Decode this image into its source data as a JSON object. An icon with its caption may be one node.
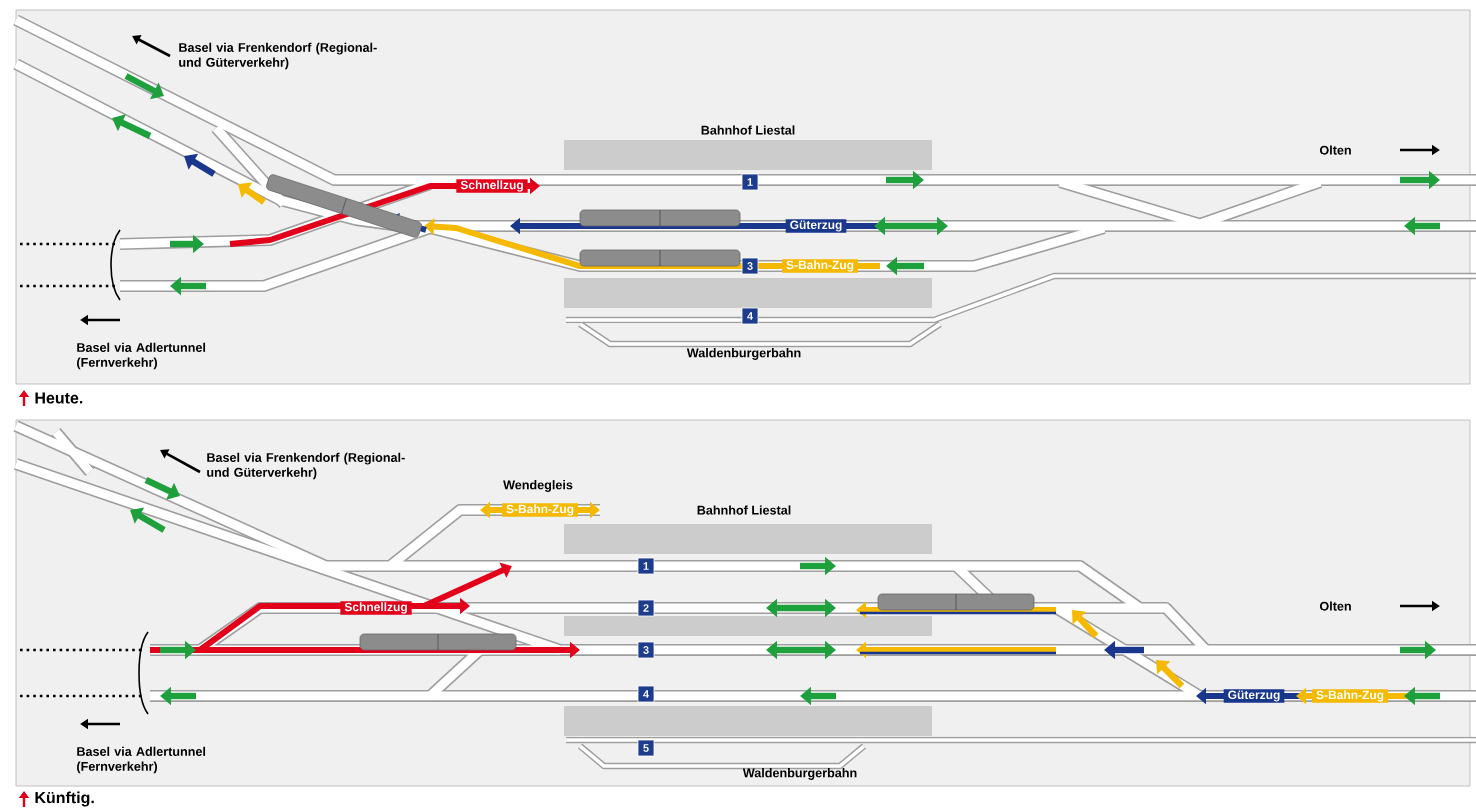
{
  "diagram": {
    "nodes": [
      {
        "text": [
          "1"
        ]
      },
      {
        "text": [
          "3"
        ]
      },
      {
        "text": [
          "4"
        ]
      },
      {
        "text": [
          "1"
        ]
      },
      {
        "text": [
          "2"
        ]
      },
      {
        "text": [
          "3"
        ]
      },
      {
        "text": [
          "4"
        ]
      },
      {
        "text": [
          "5"
        ]
      }
    ],
    "labels": [
      "Basel via Frenkendorf (Regional- und Güterverkehr)",
      "Bahnhof Liestal",
      "Olten",
      "Schnellzug",
      "Güterzug",
      "S-Bahn-Zug",
      "Basel via Adlertunnel (Fernverkehr)",
      "Waldenburgerbahn",
      "Heute.",
      "Basel via Frenkendorf (Regional- und Güterverkehr)",
      "Wendegleis",
      "S-Bahn-Zug",
      "Bahnhof Liestal",
      "Schnellzug",
      "Olten",
      "Güterzug",
      "S-Bahn-Zug",
      "Basel via Adlertunnel (Fernverkehr)",
      "Waldenburgerbahn",
      "Künftig."
    ]
  }
}
